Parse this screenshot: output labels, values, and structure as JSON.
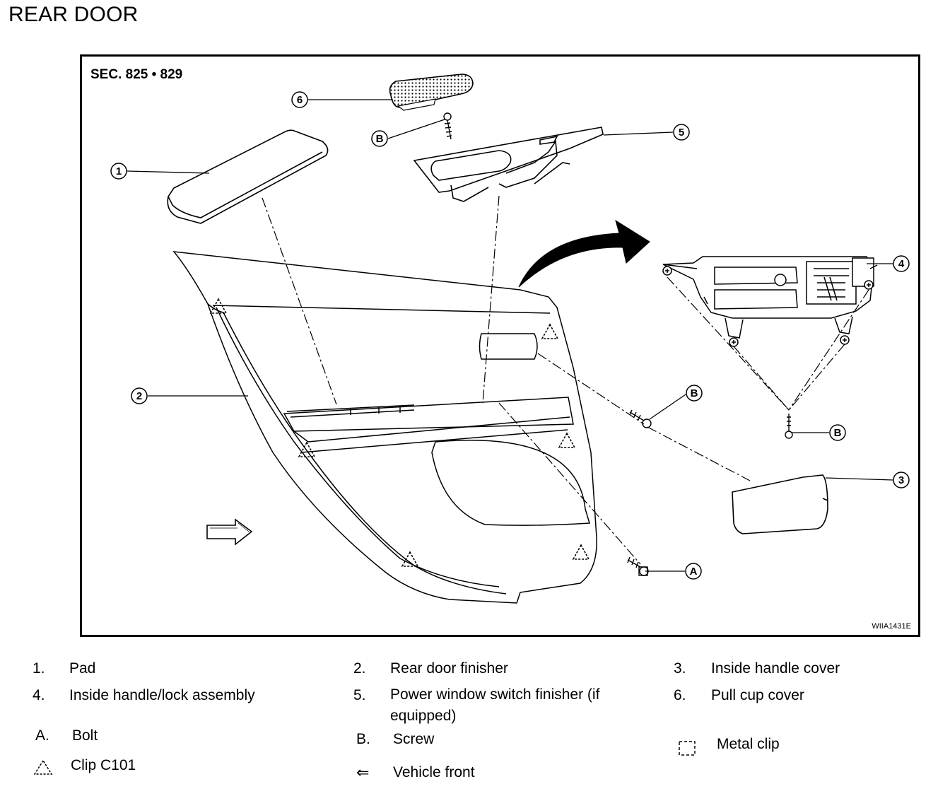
{
  "page": {
    "title": "REAR DOOR"
  },
  "figure": {
    "section": "SEC. 825 • 829",
    "code": "WIIA1431E",
    "callouts": {
      "c1": "1",
      "c2": "2",
      "c3": "3",
      "c4": "4",
      "c5": "5",
      "c6": "6",
      "cA": "A",
      "cB1": "B",
      "cB2": "B",
      "cB3": "B"
    }
  },
  "legend": {
    "items": [
      {
        "num": "1.",
        "label": "Pad"
      },
      {
        "num": "2.",
        "label": "Rear door finisher"
      },
      {
        "num": "3.",
        "label": "Inside handle cover"
      },
      {
        "num": "4.",
        "label": "Inside handle/lock assembly"
      },
      {
        "num": "5.",
        "label": "Power window switch finisher (if equipped)"
      },
      {
        "num": "6.",
        "label": "Pull cup cover"
      }
    ],
    "letters": [
      {
        "key": "A.",
        "label": "Bolt"
      },
      {
        "key": "B.",
        "label": "Screw"
      }
    ],
    "symbols": [
      {
        "icon": "clip-triangle-icon",
        "label": "Clip C101"
      },
      {
        "icon": "vehicle-front-arrow-icon",
        "glyph": "⇐",
        "label": "Vehicle front"
      },
      {
        "icon": "metal-clip-icon",
        "label": "Metal clip"
      }
    ]
  }
}
